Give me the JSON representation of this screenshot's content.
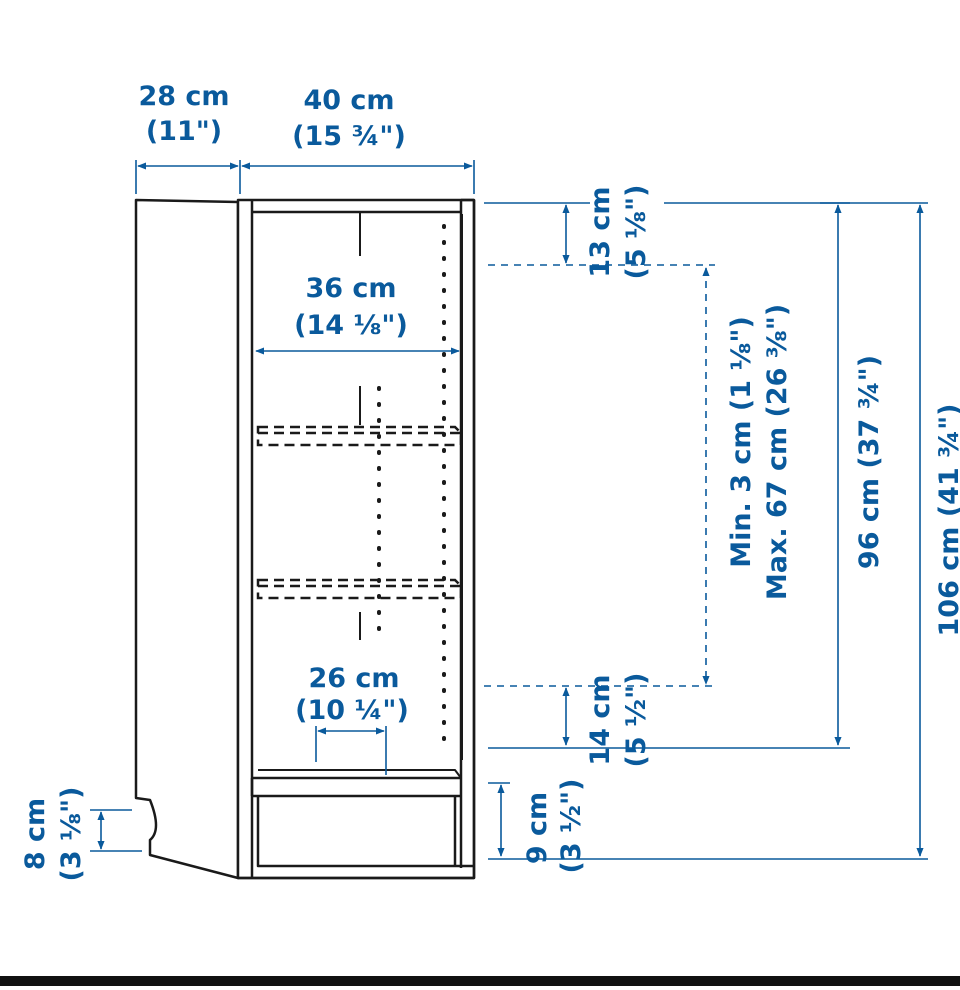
{
  "colors": {
    "dimension": "#0a5a9c",
    "outline": "#1a1a1a",
    "background": "#ffffff"
  },
  "labels": {
    "depth_cm": "28 cm",
    "depth_in": "(11\")",
    "width_cm": "40 cm",
    "width_in": "(15 ¾\")",
    "inner_width_cm": "36 cm",
    "inner_width_in": "(14 ⅛\")",
    "shelf_depth_cm": "26 cm",
    "shelf_depth_in": "(10 ¼\")",
    "top_gap_cm": "13 cm",
    "top_gap_in": "(5 ⅛\")",
    "shelf_range_min": "Min. 3 cm (1 ⅛\")",
    "shelf_range_max": "Max. 67 cm (26 ⅜\")",
    "bottom_gap_cm": "14 cm",
    "bottom_gap_in": "(5 ½\")",
    "inner_height": "96 cm (37 ¾\")",
    "total_height": "106 cm (41 ¾\")",
    "plinth_cm": "9 cm",
    "plinth_in": "(3 ½\")",
    "leg_cm": "8 cm",
    "leg_in": "(3 ⅛\")"
  }
}
